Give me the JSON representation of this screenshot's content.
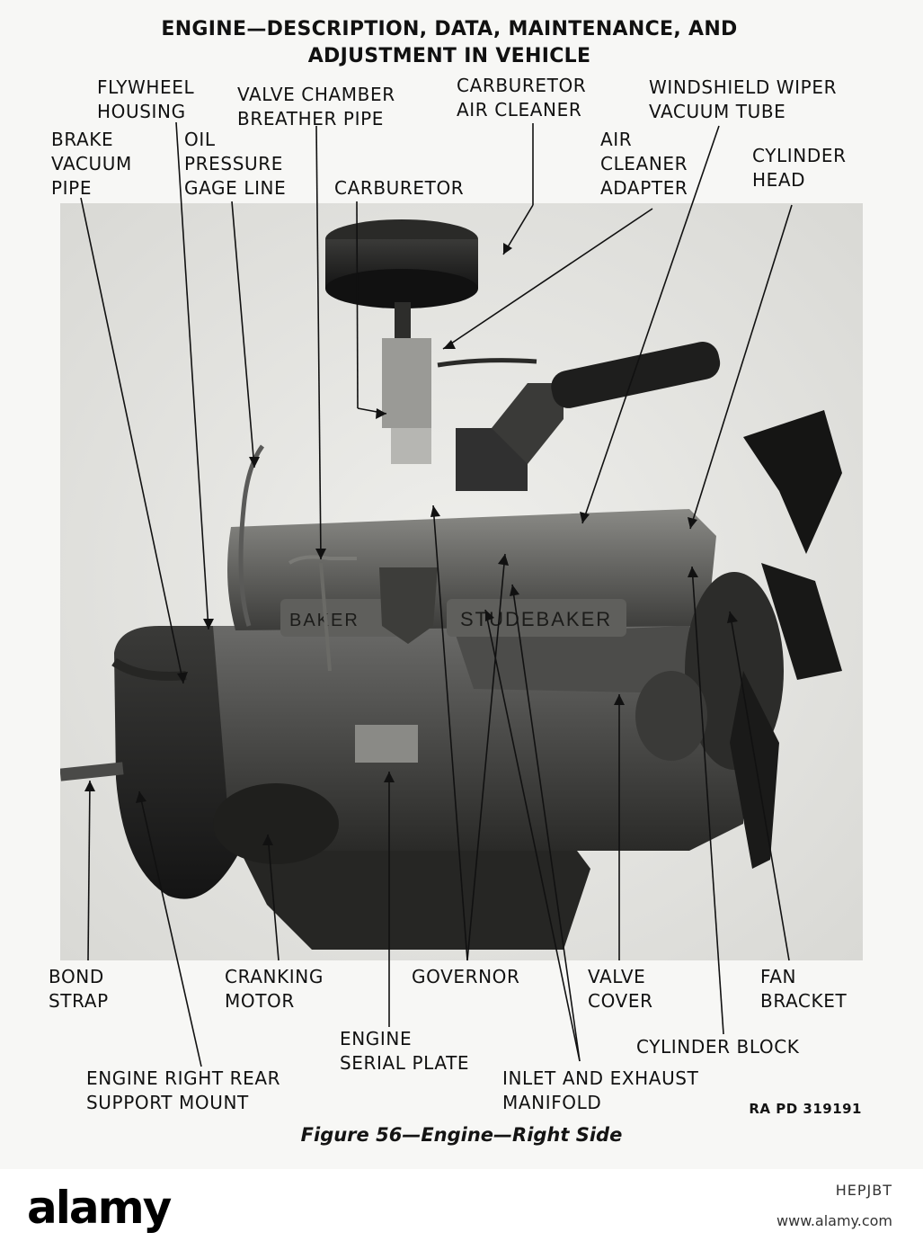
{
  "header": {
    "line1": "ENGINE—DESCRIPTION, DATA, MAINTENANCE, AND",
    "line2": "ADJUSTMENT IN VEHICLE"
  },
  "labels": {
    "flywheel_housing": [
      "FLYWHEEL",
      "HOUSING"
    ],
    "valve_chamber_breather_pipe": [
      "VALVE CHAMBER",
      "BREATHER PIPE"
    ],
    "carburetor_air_cleaner": [
      "CARBURETOR",
      "AIR CLEANER"
    ],
    "windshield_wiper_vacuum_tube": [
      "WINDSHIELD WIPER",
      "VACUUM TUBE"
    ],
    "brake_vacuum_pipe": [
      "BRAKE",
      "VACUUM",
      "PIPE"
    ],
    "oil_pressure_gage_line": [
      "OIL",
      "PRESSURE",
      "GAGE LINE"
    ],
    "carburetor": [
      "CARBURETOR"
    ],
    "air_cleaner_adapter": [
      "AIR",
      "CLEANER",
      "ADAPTER"
    ],
    "cylinder_head": [
      "CYLINDER",
      "HEAD"
    ],
    "bond_strap": [
      "BOND",
      "STRAP"
    ],
    "cranking_motor": [
      "CRANKING",
      "MOTOR"
    ],
    "governor": [
      "GOVERNOR"
    ],
    "valve_cover": [
      "VALVE",
      "COVER"
    ],
    "fan_bracket": [
      "FAN",
      "BRACKET"
    ],
    "engine_serial_plate": [
      "ENGINE",
      "SERIAL PLATE"
    ],
    "cylinder_block": [
      "CYLINDER BLOCK"
    ],
    "engine_right_rear_support_mount": [
      "ENGINE RIGHT REAR",
      "SUPPORT MOUNT"
    ],
    "inlet_and_exhaust_manifold": [
      "INLET AND EXHAUST",
      "MANIFOLD"
    ]
  },
  "photo_text": {
    "nameplate_left": "BAKER",
    "nameplate_right": "STUDEBAKER"
  },
  "reference": "RA PD 319191",
  "caption": "Figure 56—Engine—Right Side",
  "footer": {
    "brand": "alamy",
    "image_id": "HEPJBT",
    "url": "www.alamy.com"
  }
}
